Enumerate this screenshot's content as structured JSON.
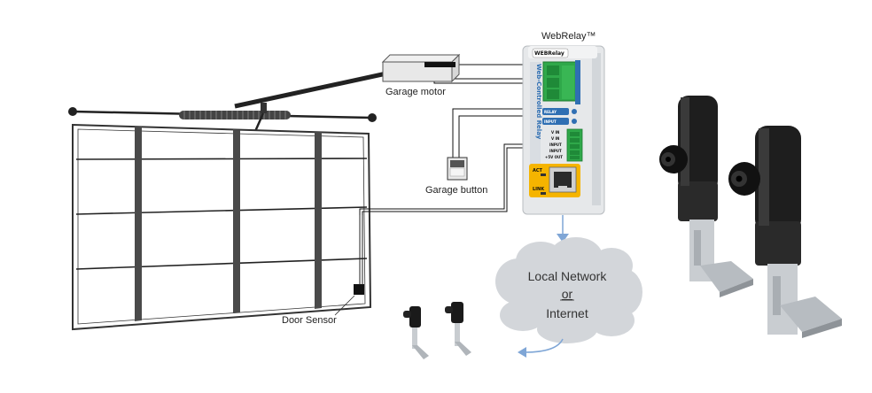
{
  "labels": {
    "webrelay_title": "WebRelay™",
    "garage_motor": "Garage motor",
    "garage_button": "Garage button",
    "door_sensor": "Door Sensor"
  },
  "cloud": {
    "line1": "Local Network",
    "line2": "or",
    "line3": "Internet"
  },
  "device": {
    "logo": "WEBRelay",
    "side_text": "Web-Controlled Relay",
    "relay_label": "RELAY",
    "input_label": "INPUT",
    "terminal_labels": [
      "V IN",
      "V IN",
      "INPUT",
      "INPUT",
      "+5V OUT"
    ],
    "act_label": "ACT",
    "link_label": "LINK"
  },
  "colors": {
    "connector_green": "#2fa84a",
    "ethernet_yellow": "#f5b400",
    "device_blue": "#2f6fb3",
    "wire": "#111111",
    "arrow_blue": "#7fa6d6",
    "door_post": "#4a4a4a"
  }
}
